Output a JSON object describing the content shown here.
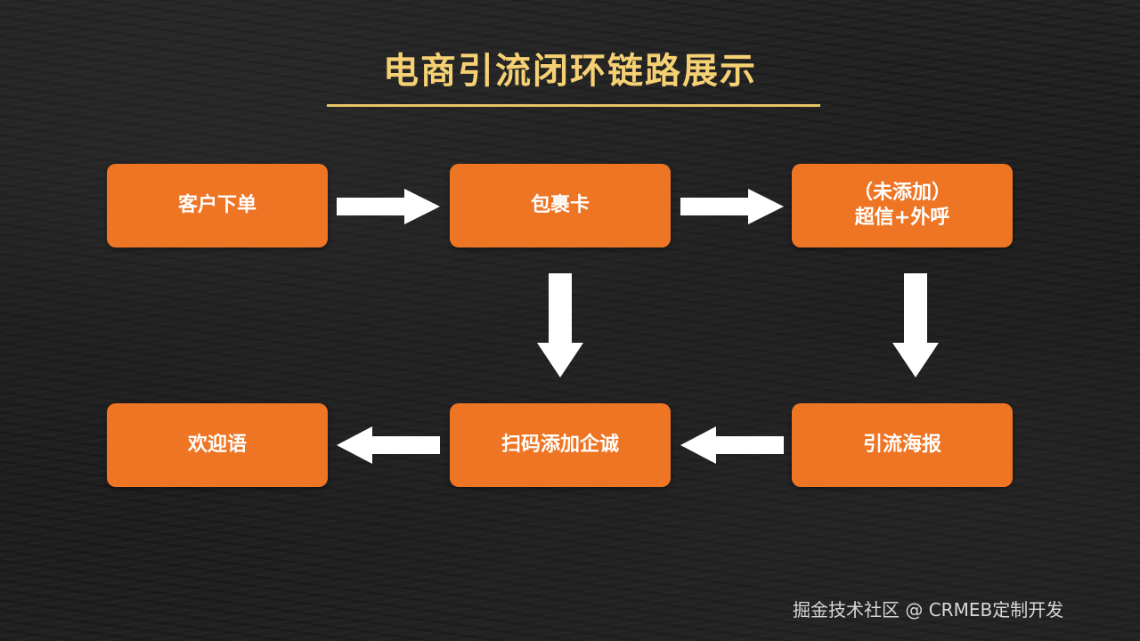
{
  "title": "电商引流闭环链路展示",
  "colors": {
    "background": "#1c1c1c",
    "node_fill": "#ee7524",
    "node_text": "#ffffff",
    "title_text": "#f6d173",
    "underline": "#e8c564",
    "arrow": "#ffffff"
  },
  "nodes": {
    "customer_order": "客户下单",
    "package_card": "包裹卡",
    "sms_call_note": "（未添加）",
    "sms_call": "超信+外呼",
    "welcome": "欢迎语",
    "scan_add_wecom": "扫码添加企诚",
    "poster": "引流海报"
  },
  "edges": [
    {
      "from": "客户下单",
      "to": "包裹卡"
    },
    {
      "from": "包裹卡",
      "to": "超信+外呼"
    },
    {
      "from": "包裹卡",
      "to": "扫码添加企诚"
    },
    {
      "from": "超信+外呼",
      "to": "引流海报"
    },
    {
      "from": "引流海报",
      "to": "扫码添加企诚"
    },
    {
      "from": "扫码添加企诚",
      "to": "欢迎语"
    }
  ],
  "watermark": "掘金技术社区 @ CRMEB定制开发"
}
